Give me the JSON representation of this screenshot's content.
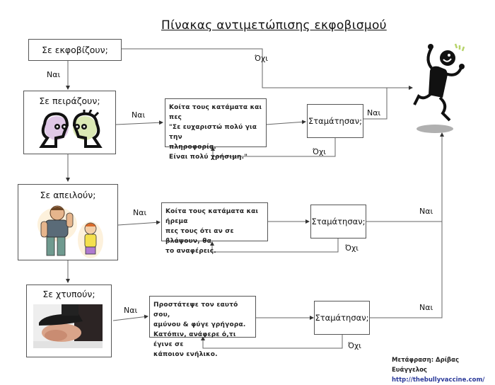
{
  "title": "Πίνακας αντιμετώπισης εκφοβισμού",
  "start": {
    "question": "Σε εκφοβίζουν;",
    "yes_label": "Ναι",
    "no_label": "Όχι"
  },
  "steps": [
    {
      "question": "Σε πειράζουν;",
      "image": "teasing-faces-illustration",
      "yes_label": "Ναι",
      "advice_lines": [
        "Κοίτα τους κατάματα και πες",
        "\"Σε ευχαριστώ πολύ για την",
        "πληροφορία.",
        "Είναι πολύ  χρήσιμη.\""
      ],
      "check": "Σταμάτησαν;",
      "check_yes": "Ναι",
      "check_no": "Όχι"
    },
    {
      "question": "Σε απειλούν;",
      "image": "bully-threatening-child-illustration",
      "yes_label": "Ναι",
      "advice_lines": [
        "Κοίτα τους κατάματα και ήρεμα",
        "πες τους ότι αν σε βλάψουν, θα",
        "το αναφέρεις."
      ],
      "check": "Σταμάτησαν;",
      "check_yes": "Ναι",
      "check_no": "Όχι"
    },
    {
      "question": "Σε χτυπούν;",
      "image": "boot-on-head-photo",
      "yes_label": "Ναι",
      "advice_lines": [
        "Προστάτεψε τον εαυτό σου,",
        "αμύνου & φύγε γρήγορα.",
        "Κατόπιν, ανάφερε ό,τι έγινε σε",
        "κάποιον ενήλικο."
      ],
      "check": "Σταμάτησαν;",
      "check_yes": "Ναι",
      "check_no": "Όχι"
    }
  ],
  "goal_image": "happy-jumping-figure",
  "credit": {
    "translator": "Μετάφραση: Δρίβας Ευάγγελος",
    "url": "http://thebullyvaccine.com/"
  },
  "colors": {
    "line": "#555555",
    "url": "#2b3a9a",
    "shadow": "#b0b0b0",
    "accent_green": "#b7d36a",
    "accent_purple": "#c9a2d6"
  }
}
